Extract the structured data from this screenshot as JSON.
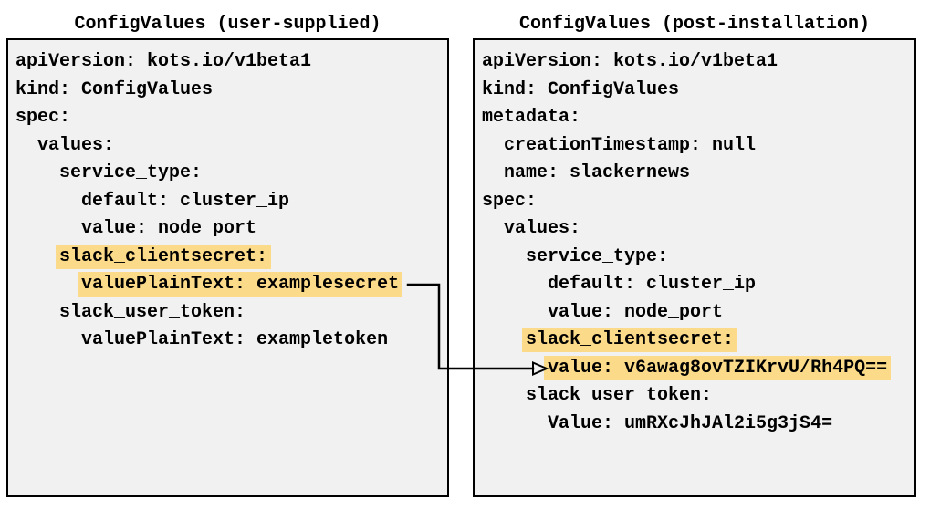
{
  "colors": {
    "panel_bg": "#f1f1f1",
    "panel_border": "#000000",
    "highlight": "#fbdb8a",
    "text": "#000000",
    "arrow": "#000000"
  },
  "panels": [
    {
      "title": "ConfigValues (user-supplied)",
      "lines": [
        {
          "indent": 0,
          "text": "apiVersion: kots.io/v1beta1",
          "highlighted": false
        },
        {
          "indent": 0,
          "text": "kind: ConfigValues",
          "highlighted": false
        },
        {
          "indent": 0,
          "text": "spec:",
          "highlighted": false
        },
        {
          "indent": 2,
          "text": "values:",
          "highlighted": false
        },
        {
          "indent": 4,
          "text": "service_type:",
          "highlighted": false
        },
        {
          "indent": 6,
          "text": "default: cluster_ip",
          "highlighted": false
        },
        {
          "indent": 6,
          "text": "value: node_port",
          "highlighted": false
        },
        {
          "indent": 4,
          "text": "slack_clientsecret:",
          "highlighted": true
        },
        {
          "indent": 6,
          "text": "valuePlainText: examplesecret",
          "highlighted": true
        },
        {
          "indent": 4,
          "text": "slack_user_token:",
          "highlighted": false
        },
        {
          "indent": 6,
          "text": "valuePlainText: exampletoken",
          "highlighted": false
        }
      ]
    },
    {
      "title": "ConfigValues (post-installation)",
      "lines": [
        {
          "indent": 0,
          "text": "apiVersion: kots.io/v1beta1",
          "highlighted": false
        },
        {
          "indent": 0,
          "text": "kind: ConfigValues",
          "highlighted": false
        },
        {
          "indent": 0,
          "text": "metadata:",
          "highlighted": false
        },
        {
          "indent": 2,
          "text": "creationTimestamp: null",
          "highlighted": false
        },
        {
          "indent": 2,
          "text": "name: slackernews",
          "highlighted": false
        },
        {
          "indent": 0,
          "text": "spec:",
          "highlighted": false
        },
        {
          "indent": 2,
          "text": "values:",
          "highlighted": false
        },
        {
          "indent": 4,
          "text": "service_type:",
          "highlighted": false
        },
        {
          "indent": 6,
          "text": "default: cluster_ip",
          "highlighted": false
        },
        {
          "indent": 6,
          "text": "value: node_port",
          "highlighted": false
        },
        {
          "indent": 4,
          "text": "slack_clientsecret:",
          "highlighted": true
        },
        {
          "indent": 6,
          "text": "value: v6awag8ovTZIKrvU/Rh4PQ==",
          "highlighted": true
        },
        {
          "indent": 4,
          "text": "slack_user_token:",
          "highlighted": false
        },
        {
          "indent": 6,
          "text": "Value: umRXcJhJAl2i5g3jS4=",
          "highlighted": false
        }
      ]
    }
  ],
  "arrow": {
    "from_text": "valuePlainText: examplesecret",
    "to_text": "value: v6awag8ovTZIKrvU/Rh4PQ=="
  }
}
